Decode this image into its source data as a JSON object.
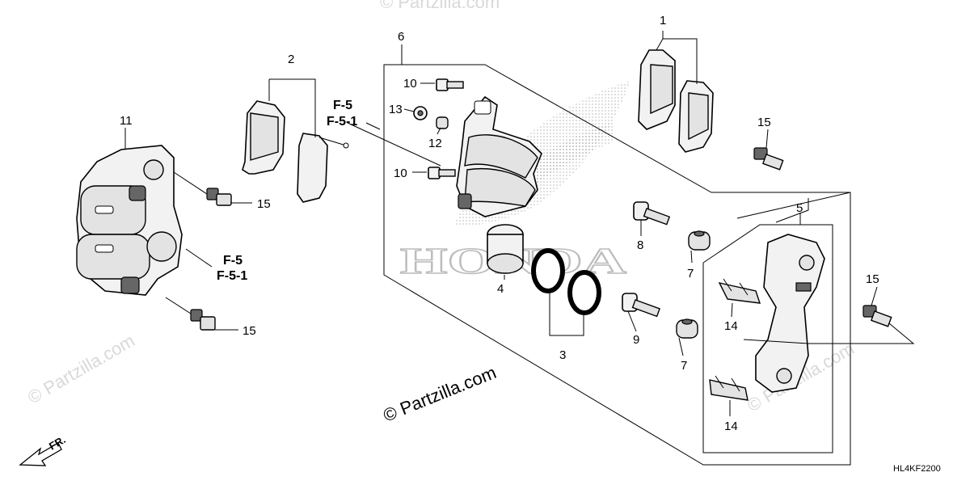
{
  "diagram": {
    "callouts": {
      "n1": "1",
      "n2": "2",
      "n3": "3",
      "n4": "4",
      "n5": "5",
      "n6": "6",
      "n7a": "7",
      "n7b": "7",
      "n8": "8",
      "n9": "9",
      "n10a": "10",
      "n10b": "10",
      "n11": "11",
      "n12": "12",
      "n13": "13",
      "n14a": "14",
      "n14b": "14",
      "n15a": "15",
      "n15b": "15",
      "n15c": "15",
      "n15d": "15"
    },
    "refs": {
      "top_f5": "F-5",
      "top_f51": "F-5-1",
      "left_f5": "F-5",
      "left_f51": "F-5-1"
    },
    "direction_label": "FR.",
    "drawing_code": "HL4KF2200",
    "watermark_main": "© Partzilla.com",
    "watermark_faint": "© Partzilla.com",
    "logo_text": "HONDA"
  }
}
